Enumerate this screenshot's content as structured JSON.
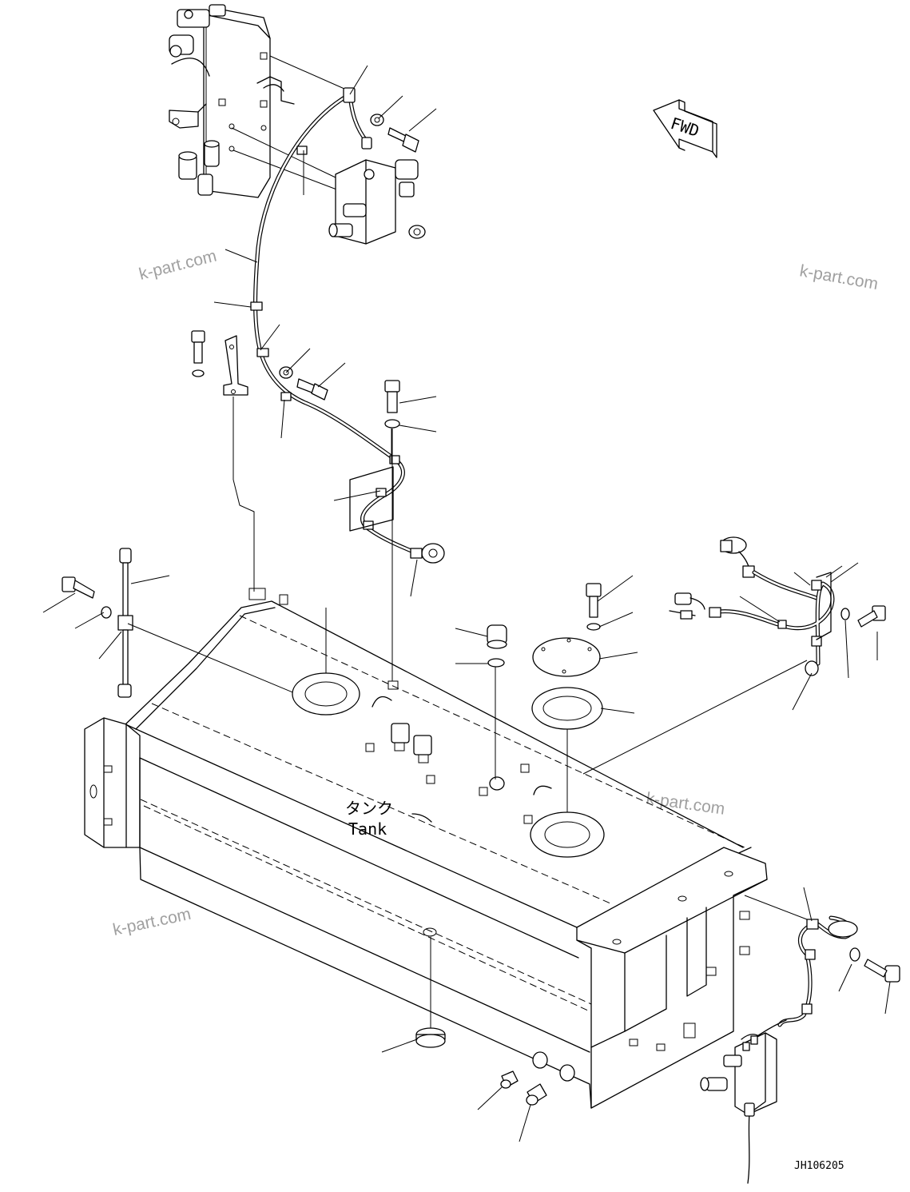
{
  "diagram": {
    "tank_label_jp": "タンク",
    "tank_label_en": "Tank",
    "direction_arrow": "FWD",
    "drawing_code": "JH106205",
    "watermarks": [
      "k-part.com",
      "k-part.com",
      "k-part.com",
      "k-part.com"
    ]
  }
}
